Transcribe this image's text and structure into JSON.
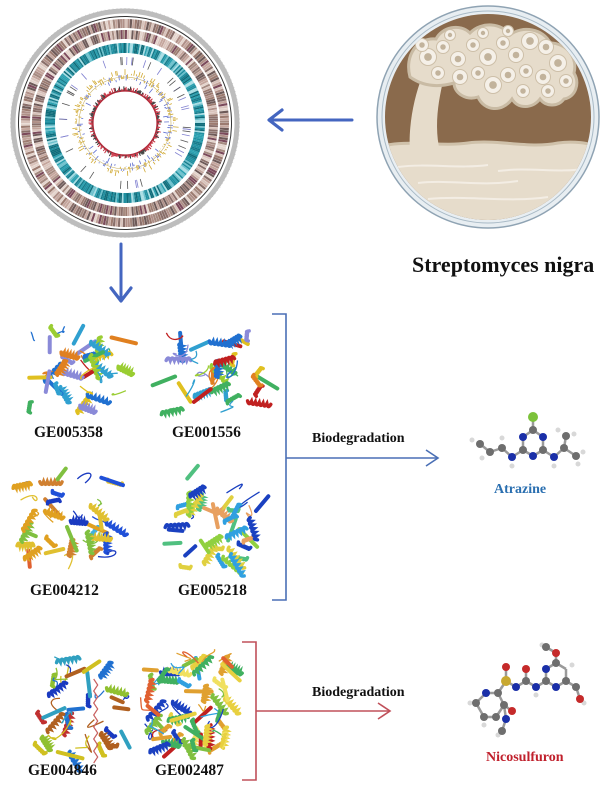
{
  "organism": {
    "name": "Streptomyces nigra",
    "image": "petri-dish-culture"
  },
  "genome": {
    "image": "circular-genome-map"
  },
  "enzymes_group_1": [
    {
      "id": "GE005358"
    },
    {
      "id": "GE001556"
    },
    {
      "id": "GE004212"
    },
    {
      "id": "GE005218"
    }
  ],
  "enzymes_group_2": [
    {
      "id": "GE004846"
    },
    {
      "id": "GE002487"
    }
  ],
  "process_1": {
    "label": "Biodegradation",
    "target": "Atrazine",
    "color": "#4a6fb5",
    "target_color": "#2a6fb0"
  },
  "process_2": {
    "label": "Biodegradation",
    "target": "Nicosulfuron",
    "color": "#c0505a",
    "target_color": "#c0202c"
  },
  "colors": {
    "arrow_blue": "#4466c0",
    "agar_brown": "#8a6a4c",
    "colony_cream": "#e9dfcf",
    "genome_teal": "#1f8fa0"
  }
}
